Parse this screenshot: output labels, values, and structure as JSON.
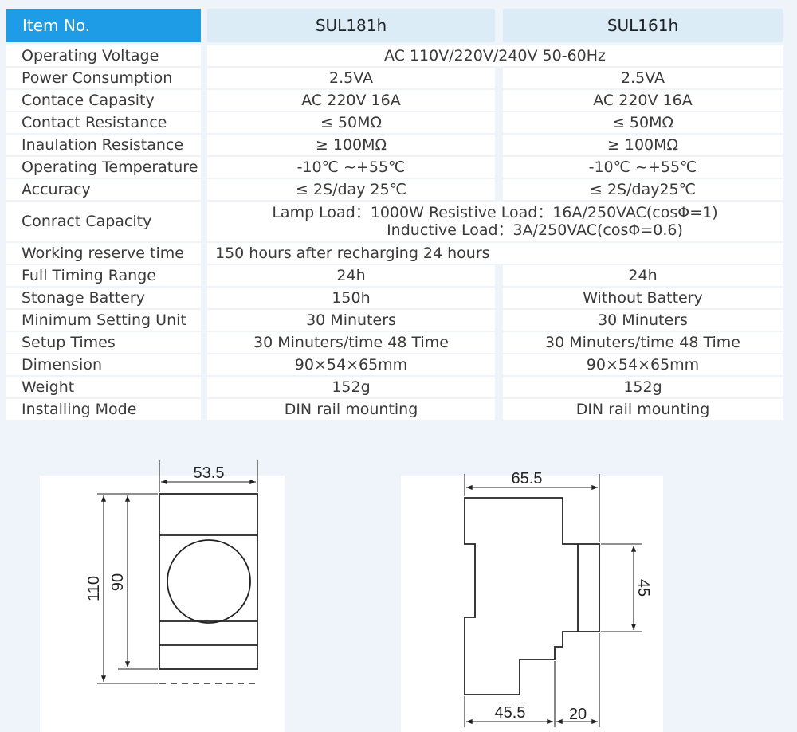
{
  "table": {
    "header": {
      "item": "Item No.",
      "model_a": "SUL181h",
      "model_b": "SUL161h"
    },
    "rows": [
      {
        "label": "Operating Voltage",
        "span": "AC  110V/220V/240V  50-60Hz"
      },
      {
        "label": "Power Consumption",
        "a": "2.5VA",
        "b": "2.5VA"
      },
      {
        "label": "Contace Capasity",
        "a": "AC  220V  16A",
        "b": "AC  220V  16A"
      },
      {
        "label": "Contact Resistance",
        "a": "≤ 50MΩ",
        "b": "≤ 50MΩ"
      },
      {
        "label": "Inaulation Resistance",
        "a": "≥ 100MΩ",
        "b": "≥ 100MΩ"
      },
      {
        "label": "Operating Temperature",
        "a": "-10℃ ~+55℃",
        "b": "-10℃ ~+55℃"
      },
      {
        "label": "Accuracy",
        "a": "≤ 2S/day 25℃",
        "b": "≤ 2S/day25℃"
      },
      {
        "label": "Conract Capacity",
        "span_line1": "Lamp Load：1000W   Resistive Load：16A/250VAC(cosΦ=1)",
        "span_line2": "Inductive Load：3A/250VAC(cosΦ=0.6)"
      },
      {
        "label": "Working reserve time",
        "span": "150 hours after recharging 24 hours"
      },
      {
        "label": "Full Timing Range",
        "a": "24h",
        "b": "24h"
      },
      {
        "label": "Stonage Battery",
        "a": "150h",
        "b": "Without Battery"
      },
      {
        "label": "Minimum Setting Unit",
        "a": "30 Minuters",
        "b": "30 Minuters"
      },
      {
        "label": "Setup Times",
        "a": "30 Minuters/time  48 Time",
        "b": "30 Minuters/time  48 Time"
      },
      {
        "label": "Dimension",
        "a": "90×54×65mm",
        "b": "90×54×65mm"
      },
      {
        "label": "Weight",
        "a": "152g",
        "b": "152g"
      },
      {
        "label": "Installing Mode",
        "a": "DIN rail mounting",
        "b": "DIN rail mounting"
      }
    ]
  },
  "drawings": {
    "front": {
      "width": "53.5",
      "height_outer": "110",
      "height_inner": "90"
    },
    "side": {
      "width_top": "65.5",
      "height_right": "45",
      "width_bottom_left": "45.5",
      "width_bottom_right": "20"
    }
  },
  "colors": {
    "header_accent": "#1e9ce6",
    "header_model_bg": "#dcecf6",
    "page_bg": "#eef4f9"
  }
}
